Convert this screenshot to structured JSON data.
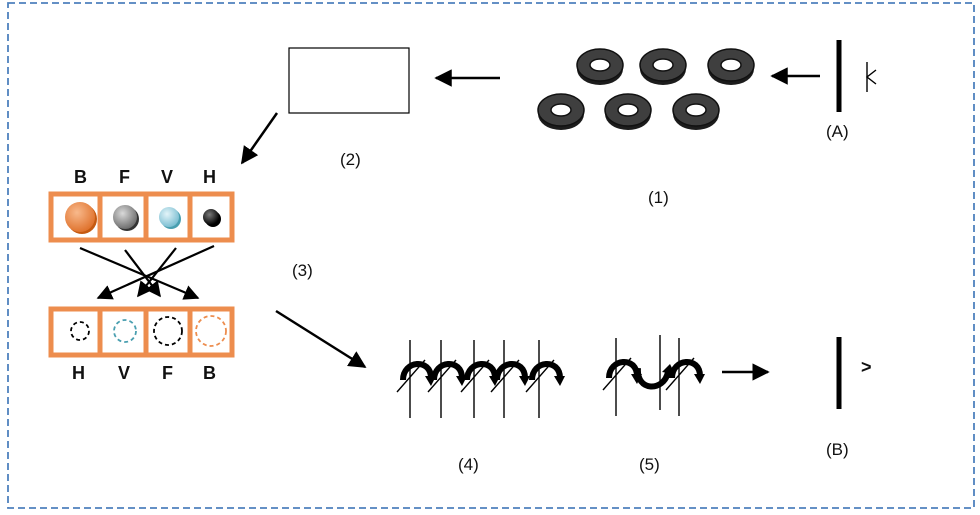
{
  "labels": {
    "step1": "(1)",
    "step2": "(2)",
    "step3": "(3)",
    "step4": "(4)",
    "step5": "(5)",
    "stateA": "(A)",
    "stateB": "(B)",
    "greater_sign": ">"
  },
  "swap_top": [
    "B",
    "F",
    "V",
    "H"
  ],
  "swap_bottom": [
    "H",
    "V",
    "F",
    "B"
  ],
  "colors": {
    "dashed_border": "#4f81bd",
    "swap_box": "#ed8d4e",
    "orange": "#ed8d4e",
    "gray": "#8a8a8a",
    "light_blue": "#9fd0de",
    "black": "#1a1a1a",
    "teal_dashed": "#4a9fb0"
  }
}
